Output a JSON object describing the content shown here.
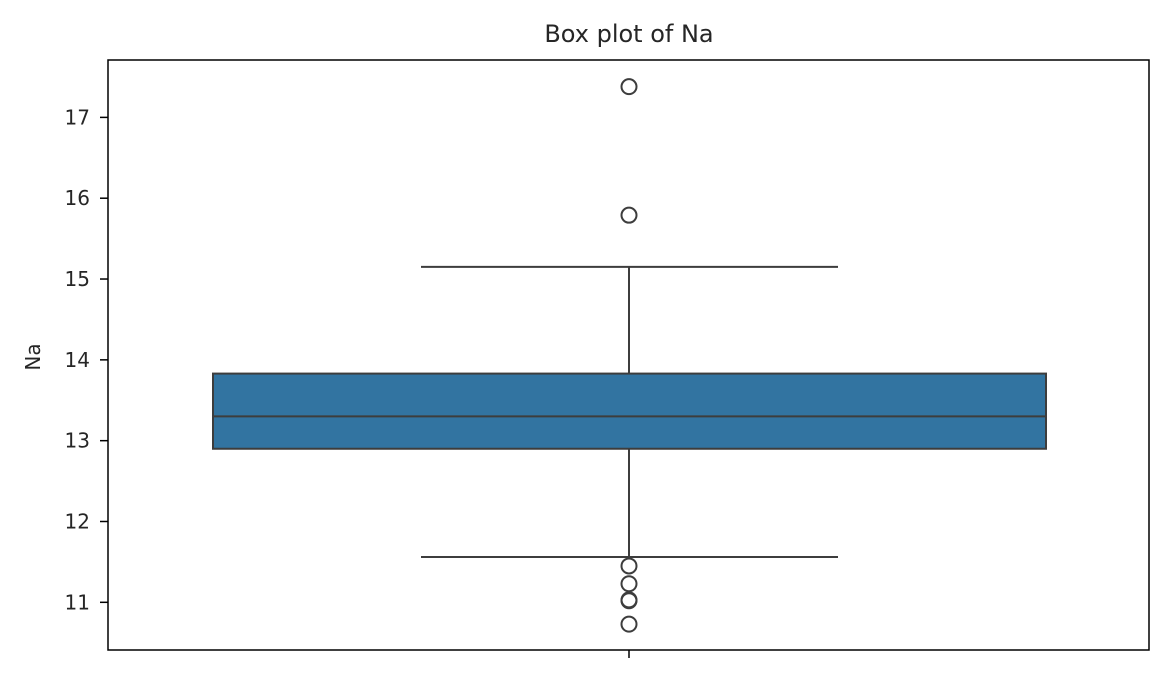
{
  "chart_data": {
    "type": "box",
    "title": "Box plot of Na",
    "xlabel": "",
    "ylabel": "Na",
    "ylim": [
      10.41,
      17.71
    ],
    "yticks": [
      11,
      12,
      13,
      14,
      15,
      16,
      17
    ],
    "ytick_labels": [
      "11",
      "12",
      "13",
      "14",
      "15",
      "16",
      "17"
    ],
    "grid": false,
    "box": {
      "q1": 12.9,
      "median": 13.3,
      "q3": 13.83,
      "whisker_low": 11.56,
      "whisker_high": 15.15,
      "outliers": [
        17.38,
        15.79,
        11.45,
        11.23,
        11.03,
        11.02,
        10.73
      ]
    },
    "colors": {
      "box_fill": "#3274a1",
      "line": "#3d3d3d",
      "axes": "#000000",
      "text": "#262626"
    }
  }
}
